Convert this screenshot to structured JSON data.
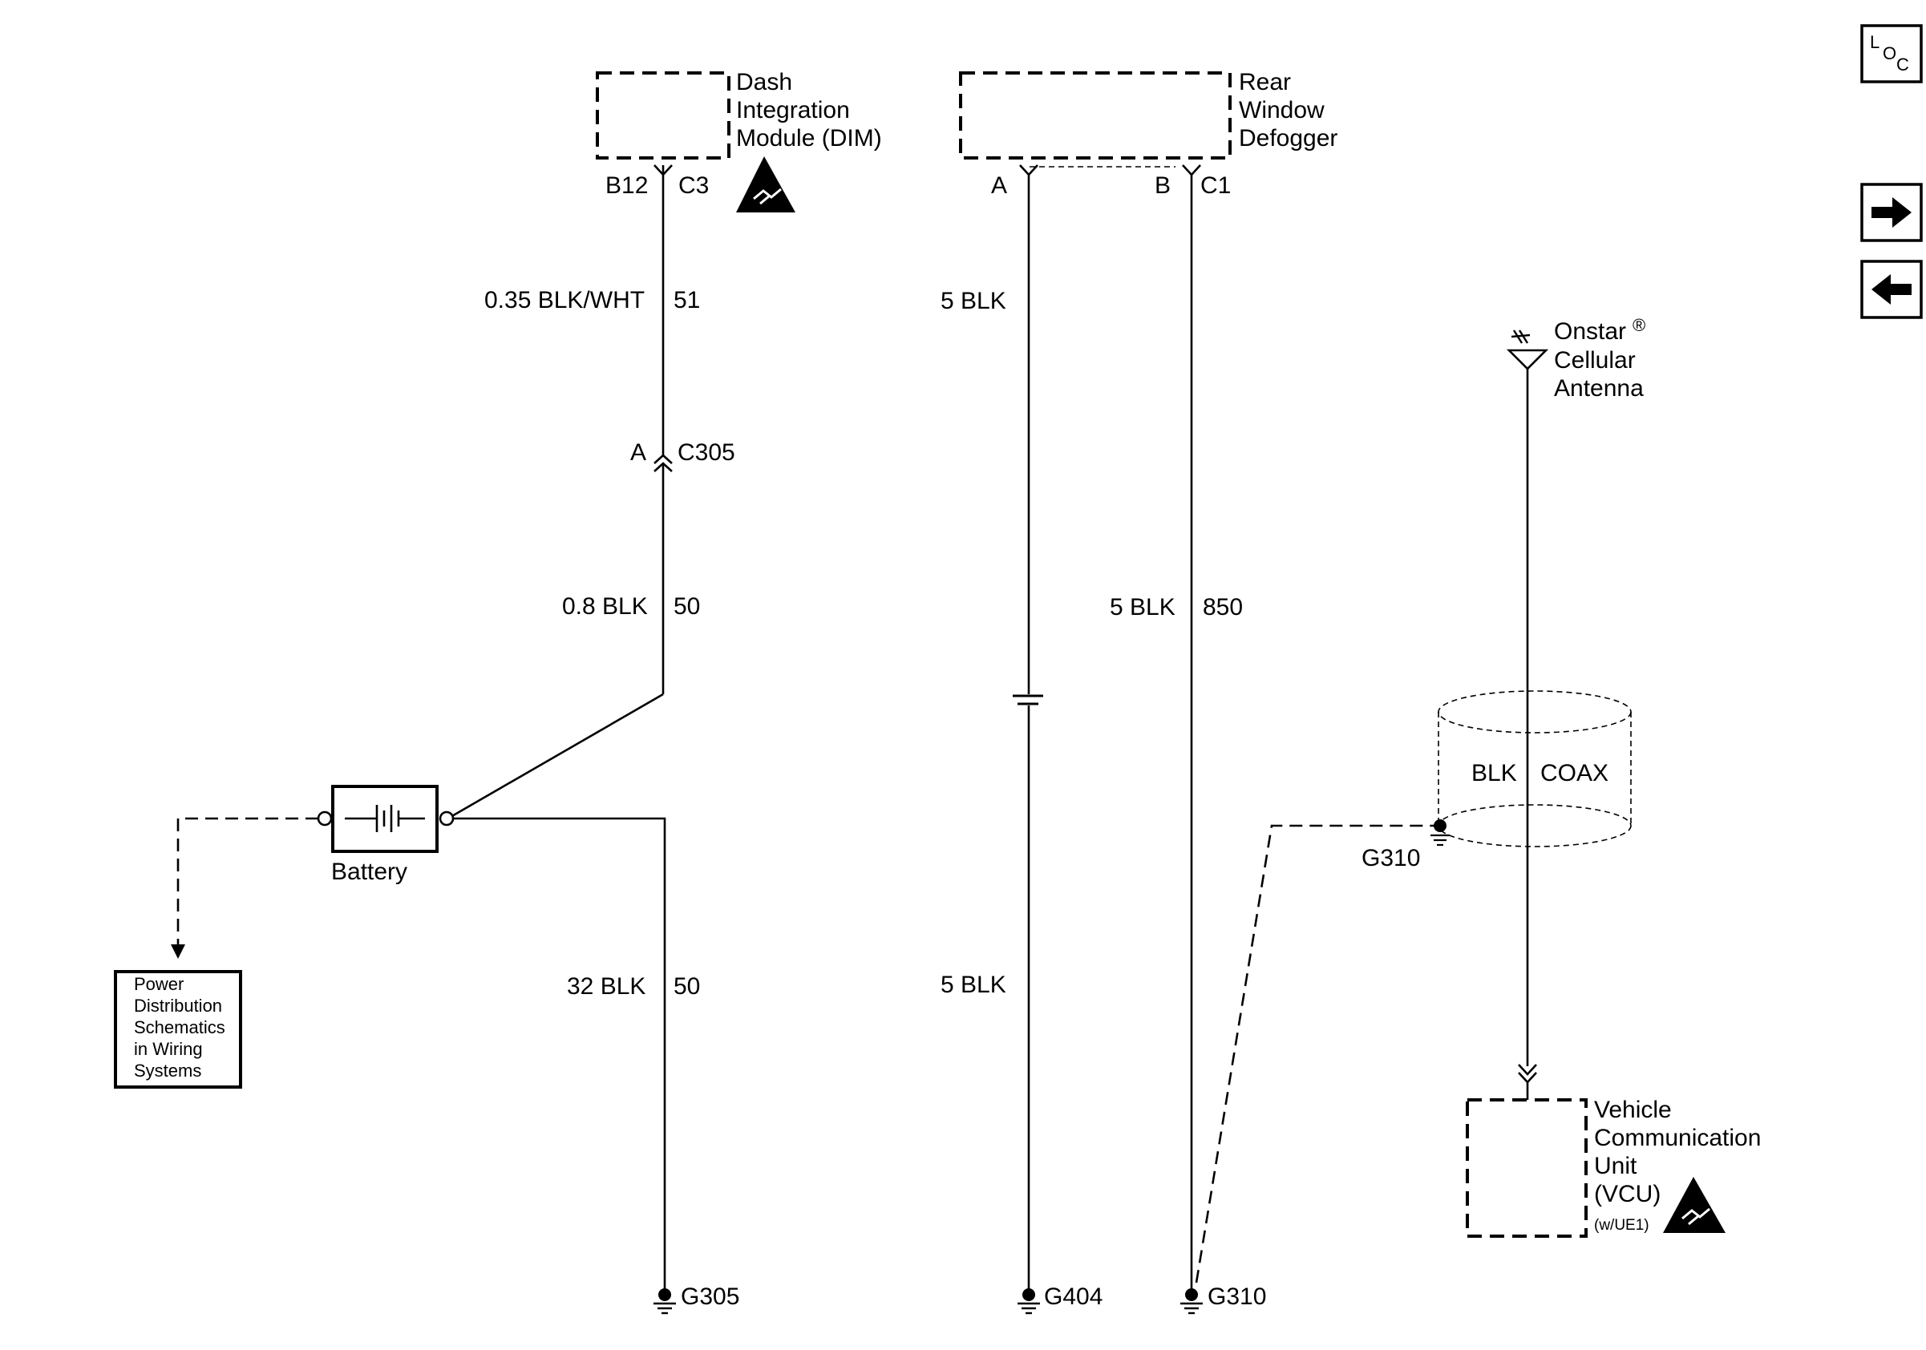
{
  "components": {
    "dim": {
      "name_lines": [
        "Dash",
        "Integration",
        "Module (DIM)"
      ],
      "pin1": "B12",
      "connector": "C3"
    },
    "defogger": {
      "name_lines": [
        "Rear",
        "Window",
        "Defogger"
      ],
      "pin_a": "A",
      "pin_b": "B",
      "connector": "C1"
    },
    "antenna": {
      "name_lines": [
        "Onstar",
        "Cellular",
        "Antenna"
      ],
      "registered_mark": "®"
    },
    "vcu": {
      "name_lines": [
        "Vehicle",
        "Communication",
        "Unit",
        "(VCU)"
      ],
      "option": "(w/UE1)"
    },
    "battery": {
      "label": "Battery"
    },
    "power_ref": {
      "lines": [
        "Power",
        "Distribution",
        "Schematics",
        "in Wiring",
        "Systems"
      ]
    },
    "inline_connector": {
      "pin": "A",
      "name": "C305"
    }
  },
  "wires": {
    "dim_upper": {
      "spec": "0.35 BLK/WHT",
      "circuit": "51"
    },
    "dim_lower": {
      "spec": "0.8 BLK",
      "circuit": "50"
    },
    "battery_ground": {
      "spec": "32 BLK",
      "circuit": "50"
    },
    "defog_a_upper": {
      "spec": "5 BLK"
    },
    "defog_a_lower": {
      "spec": "5 BLK"
    },
    "defog_b": {
      "spec": "5 BLK",
      "circuit": "850"
    },
    "coax": {
      "color": "BLK",
      "type": "COAX"
    }
  },
  "grounds": {
    "g305": "G305",
    "g404": "G404",
    "g310_bottom": "G310",
    "g310_shield": "G310"
  },
  "nav": {
    "loc_l": "L",
    "loc_o": "O",
    "loc_c": "C"
  }
}
